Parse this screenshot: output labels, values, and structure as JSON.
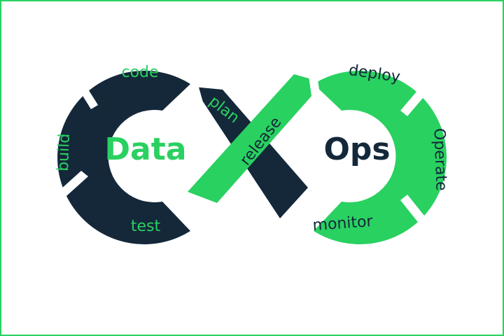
{
  "colors": {
    "navy": "#14283a",
    "green": "#29d160",
    "white": "#ffffff"
  },
  "center": {
    "left_word": "Data",
    "right_word": "Ops"
  },
  "stages": {
    "code": "code",
    "plan": "plan",
    "build": "build",
    "test": "test",
    "release": "release",
    "deploy": "deploy",
    "operate": "Operate",
    "monitor": "monitor"
  }
}
